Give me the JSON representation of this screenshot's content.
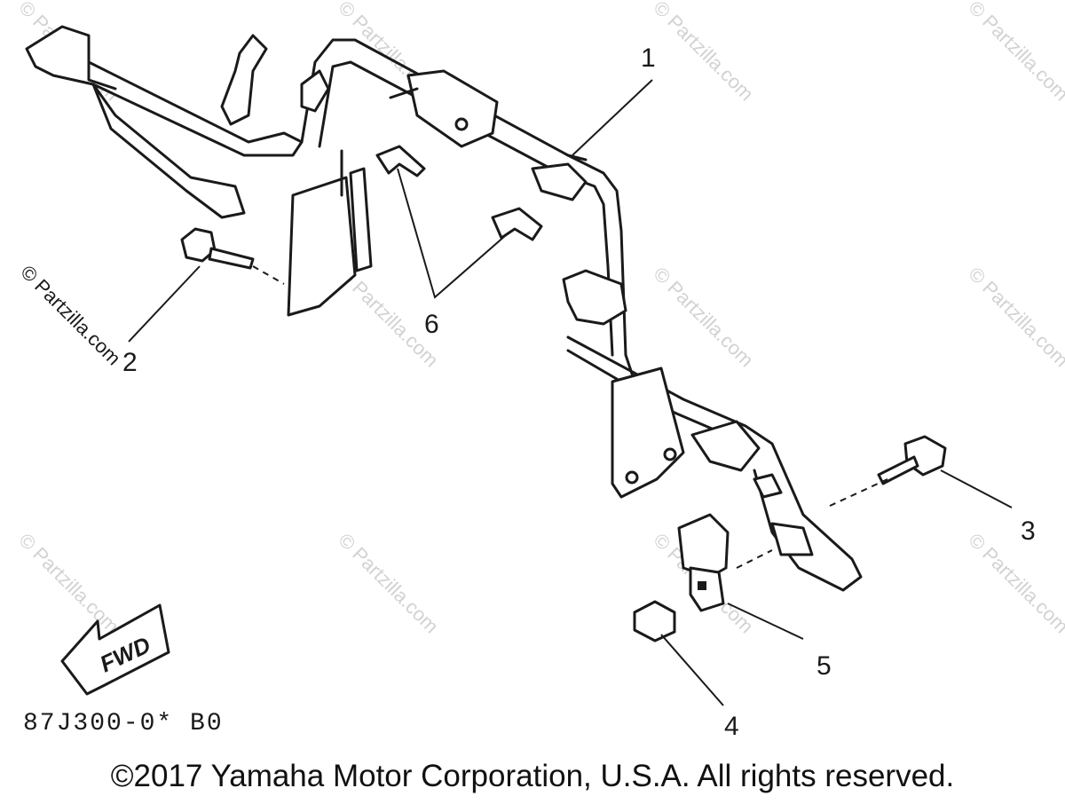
{
  "callouts": [
    "1",
    "2",
    "3",
    "4",
    "5",
    "6"
  ],
  "front_arrow_label": "FWD",
  "diagram_code": "87J300-0* B0",
  "copyright": "©2017 Yamaha Motor Corporation, U.S.A. All rights reserved.",
  "watermark": "© Partzilla.com"
}
